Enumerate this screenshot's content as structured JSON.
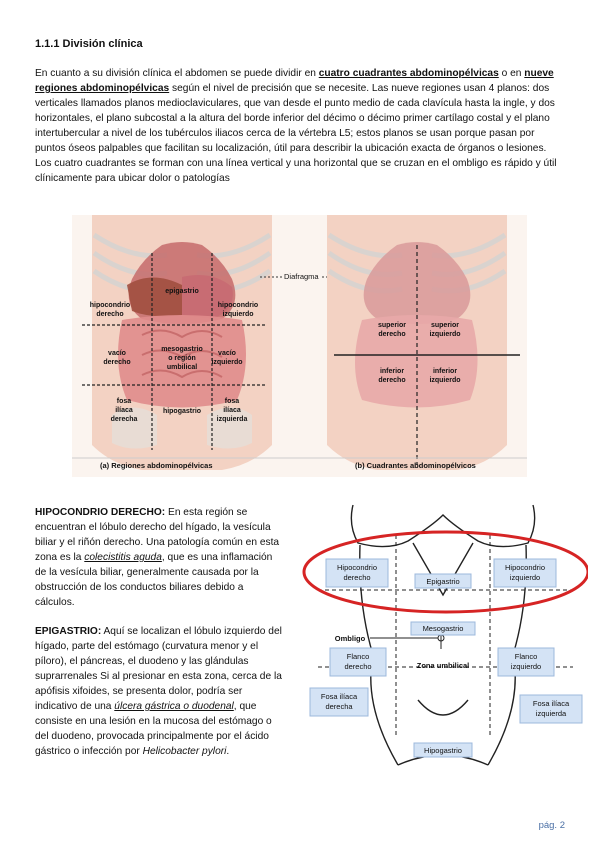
{
  "heading": "1.1.1 División clínica",
  "intro": {
    "p1": "En cuanto a su división clínica el abdomen se puede dividir en ",
    "u1": "cuatro cuadrantes abdominopélvicas",
    "p2": " o en ",
    "u2": "nueve regiones abdominopélvicas",
    "p3": " según el nivel de precisión que se necesite. Las nueve regiones usan 4 planos: dos verticales llamados planos medioclaviculares, que van desde el punto medio de cada clavícula hasta la ingle, y dos horizontales, el plano subcostal a la altura del borde inferior del décimo o décimo primer cartílago costal y el plano intertubercular a nivel de los tubérculos iliacos cerca de la vértebra L5; estos planos se usan porque pasan por puntos óseos palpables que facilitan su localización, útil para describir la ubicación exacta de órganos o lesiones. Los cuatro cuadrantes se forman con una línea vertical y una horizontal que se cruzan en el ombligo es rápido y útil clínicamente para ubicar dolor o patologías"
  },
  "figure1": {
    "diafragma": "Diafragma",
    "regions": {
      "epigastrio": "epigastrio",
      "hipocondrio_derecho": [
        "hipocondrio",
        "derecho"
      ],
      "hipocondrio_izquierdo": [
        "hipocondrio",
        "izquierdo"
      ],
      "vacio_derecho": [
        "vacío",
        "derecho"
      ],
      "mesogastrio": [
        "mesogastrio",
        "o región",
        "umbilical"
      ],
      "vacio_izquierdo": [
        "vacío",
        "izquierdo"
      ],
      "fosa_derecha": [
        "fosa",
        "ilíaca",
        "derecha"
      ],
      "hipogastrio": "hipogastrio",
      "fosa_izquierda": [
        "fosa",
        "ilíaca",
        "izquierda"
      ]
    },
    "quadrants": {
      "superior_derecho": [
        "superior",
        "derecho"
      ],
      "superior_izquierdo": [
        "superior",
        "izquierdo"
      ],
      "inferior_derecho": [
        "inferior",
        "derecho"
      ],
      "inferior_izquierdo": [
        "inferior",
        "izquierdo"
      ]
    },
    "caption_a": "(a) Regiones abdominopélvicas",
    "caption_b": "(b) Cuadrantes abdominopélvicos"
  },
  "hipocondrio_derecho": {
    "label": "HIPOCONDRIO DERECHO:",
    "t1": " En esta región se encuentran el lóbulo derecho del hígado, la vesícula biliar y el riñón derecho.  Una patología común en esta zona es la ",
    "italic": "colecistitis aguda",
    "t2": ", que es una inflamación de la vesícula biliar, generalmente causada por la obstrucción de los conductos biliares debido a cálculos."
  },
  "epigastrio": {
    "label": "EPIGASTRIO:",
    "t1": " Aquí se localizan el lóbulo izquierdo del hígado, parte del estómago (curvatura menor y el píloro), el páncreas, el duodeno y las glándulas suprarrenales  Si al presionar en esta zona, cerca de la apófisis xifoides, se presenta dolor, podría ser indicativo de una ",
    "italic": "úlcera gástrica o duodenal",
    "t2": ", que consiste en una lesión en la mucosa del estómago o del duodeno, provocada principalmente por el ácido gástrico o infección por ",
    "species": "Helicobacter pylori",
    "t3": "."
  },
  "figure2": {
    "labels": {
      "hipocondrio_derecho": [
        "Hipocondrio",
        "derecho"
      ],
      "epigastrio": "Epigastrio",
      "hipocondrio_izquierdo": [
        "Hipocondrio",
        "izquierdo"
      ],
      "ombligo": "Ombligo",
      "mesogastrio": "Mesogastrio",
      "flanco_derecho": [
        "Flanco",
        "derecho"
      ],
      "zona_umbilical": "Zona umbilical",
      "flanco_izquierdo": [
        "Flanco",
        "izquierdo"
      ],
      "fosa_derecha": [
        "Fosa ilíaca",
        "derecha"
      ],
      "fosa_izquierda": [
        "Fosa ilíaca",
        "izquierda"
      ],
      "hipogastrio": "Hipogastrio"
    },
    "box_color": "#d4e3f5",
    "ellipse_color": "#d62424"
  },
  "page_number": "pág. 2"
}
